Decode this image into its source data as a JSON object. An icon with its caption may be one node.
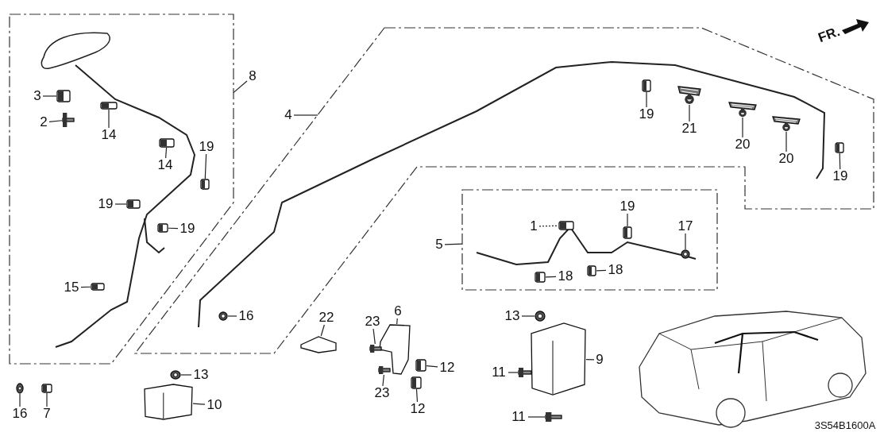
{
  "diagram": {
    "nodes": [
      {
        "text": [],
        "shape": "box"
      },
      {
        "text": [],
        "shape": "box"
      },
      {
        "text": [],
        "shape": "box"
      },
      {
        "text": [
          "8"
        ]
      },
      {
        "text": [
          "4"
        ]
      },
      {
        "text": [
          "5"
        ]
      },
      {
        "text": [
          "3"
        ],
        "in": 0
      },
      {
        "text": [],
        "shape": "picture",
        "in": 0
      },
      {
        "text": [
          "2"
        ],
        "in": 0
      },
      {
        "text": [],
        "shape": "picture",
        "in": 0
      },
      {
        "text": [
          "14"
        ],
        "in": 0
      },
      {
        "text": [],
        "shape": "picture",
        "in": 0
      },
      {
        "text": [
          "14"
        ],
        "in": 0
      },
      {
        "text": [],
        "shape": "picture",
        "in": 0
      },
      {
        "text": [
          "19"
        ],
        "in": 0
      },
      {
        "text": [],
        "shape": "picture",
        "in": 0
      },
      {
        "text": [
          "19"
        ],
        "in": 0
      },
      {
        "text": [],
        "shape": "picture",
        "in": 0
      },
      {
        "text": [
          "19"
        ],
        "in": 0
      },
      {
        "text": [],
        "shape": "picture",
        "in": 0
      },
      {
        "text": [
          "15"
        ],
        "in": 0
      },
      {
        "text": [],
        "shape": "picture",
        "in": 0
      },
      {
        "text": [
          "16"
        ],
        "in": 1
      },
      {
        "text": [],
        "shape": "picture",
        "in": 1
      },
      {
        "text": [
          "19"
        ],
        "in": 1
      },
      {
        "text": [],
        "shape": "picture",
        "in": 1
      },
      {
        "text": [
          "21"
        ],
        "in": 1
      },
      {
        "text": [],
        "shape": "picture",
        "in": 1
      },
      {
        "text": [
          "20"
        ],
        "in": 1
      },
      {
        "text": [],
        "shape": "picture",
        "in": 1
      },
      {
        "text": [
          "20"
        ],
        "in": 1
      },
      {
        "text": [],
        "shape": "picture",
        "in": 1
      },
      {
        "text": [
          "19"
        ],
        "in": 1
      },
      {
        "text": [],
        "shape": "picture",
        "in": 1
      },
      {
        "text": [
          "1"
        ],
        "in": 2
      },
      {
        "text": [],
        "shape": "picture",
        "in": 2
      },
      {
        "text": [
          "19"
        ],
        "in": 2
      },
      {
        "text": [],
        "shape": "picture",
        "in": 2
      },
      {
        "text": [
          "17"
        ],
        "in": 2
      },
      {
        "text": [],
        "shape": "picture",
        "in": 2
      },
      {
        "text": [
          "18"
        ],
        "in": 2
      },
      {
        "text": [],
        "shape": "picture",
        "in": 2
      },
      {
        "text": [
          "18"
        ],
        "in": 2
      },
      {
        "text": [],
        "shape": "picture",
        "in": 2
      },
      {
        "text": [
          "16"
        ]
      },
      {
        "text": [],
        "shape": "picture"
      },
      {
        "text": [
          "7"
        ]
      },
      {
        "text": [],
        "shape": "picture"
      },
      {
        "text": [
          "13"
        ]
      },
      {
        "text": [],
        "shape": "picture"
      },
      {
        "text": [
          "10"
        ]
      },
      {
        "text": [],
        "shape": "picture"
      },
      {
        "text": [
          "22"
        ]
      },
      {
        "text": [],
        "shape": "picture"
      },
      {
        "text": [
          "6"
        ]
      },
      {
        "text": [],
        "shape": "picture"
      },
      {
        "text": [
          "23"
        ]
      },
      {
        "text": [],
        "shape": "picture"
      },
      {
        "text": [
          "23"
        ]
      },
      {
        "text": [],
        "shape": "picture"
      },
      {
        "text": [
          "12"
        ]
      },
      {
        "text": [],
        "shape": "picture"
      },
      {
        "text": [
          "12"
        ]
      },
      {
        "text": [],
        "shape": "picture"
      },
      {
        "text": [
          "13"
        ]
      },
      {
        "text": [],
        "shape": "picture"
      },
      {
        "text": [
          "9"
        ]
      },
      {
        "text": [],
        "shape": "picture"
      },
      {
        "text": [
          "11"
        ]
      },
      {
        "text": [],
        "shape": "picture"
      },
      {
        "text": [
          "11"
        ]
      },
      {
        "text": [],
        "shape": "picture"
      }
    ],
    "edges": [
      {
        "from": 3,
        "to": 0,
        "arrow": "none"
      },
      {
        "from": 4,
        "to": 1,
        "arrow": "none"
      },
      {
        "from": 5,
        "to": 2,
        "arrow": "none"
      },
      {
        "from": 6,
        "to": 7,
        "arrow": "none"
      },
      {
        "from": 8,
        "to": 9,
        "arrow": "none"
      },
      {
        "from": 10,
        "to": 11,
        "arrow": "none"
      },
      {
        "from": 12,
        "to": 13,
        "arrow": "none"
      },
      {
        "from": 14,
        "to": 15,
        "arrow": "none"
      },
      {
        "from": 16,
        "to": 17,
        "arrow": "none"
      },
      {
        "from": 18,
        "to": 19,
        "arrow": "none"
      },
      {
        "from": 20,
        "to": 21,
        "arrow": "none"
      },
      {
        "from": 22,
        "to": 23,
        "arrow": "none"
      },
      {
        "from": 24,
        "to": 25,
        "arrow": "none"
      },
      {
        "from": 26,
        "to": 27,
        "arrow": "none"
      },
      {
        "from": 28,
        "to": 29,
        "arrow": "none"
      },
      {
        "from": 30,
        "to": 31,
        "arrow": "none"
      },
      {
        "from": 32,
        "to": 33,
        "arrow": "none"
      },
      {
        "from": 34,
        "to": 35,
        "arrow": "none",
        "style": "dashed"
      },
      {
        "from": 36,
        "to": 37,
        "arrow": "none"
      },
      {
        "from": 38,
        "to": 39,
        "arrow": "none"
      },
      {
        "from": 40,
        "to": 41,
        "arrow": "none"
      },
      {
        "from": 42,
        "to": 43,
        "arrow": "none"
      },
      {
        "from": 44,
        "to": 45,
        "arrow": "none"
      },
      {
        "from": 46,
        "to": 47,
        "arrow": "none"
      },
      {
        "from": 48,
        "to": 49,
        "arrow": "none"
      },
      {
        "from": 50,
        "to": 51,
        "arrow": "none"
      },
      {
        "from": 52,
        "to": 53,
        "arrow": "none"
      },
      {
        "from": 54,
        "to": 55,
        "arrow": "none"
      },
      {
        "from": 56,
        "to": 57,
        "arrow": "none"
      },
      {
        "from": 58,
        "to": 59,
        "arrow": "none"
      },
      {
        "from": 60,
        "to": 61,
        "arrow": "none"
      },
      {
        "from": 62,
        "to": 63,
        "arrow": "none"
      },
      {
        "from": 64,
        "to": 65,
        "arrow": "none"
      },
      {
        "from": 66,
        "to": 67,
        "arrow": "none"
      },
      {
        "from": 68,
        "to": 69,
        "arrow": "none"
      },
      {
        "from": 70,
        "to": 71,
        "arrow": "none"
      }
    ],
    "labels": [
      "FR.",
      "3S54B1600A"
    ]
  }
}
